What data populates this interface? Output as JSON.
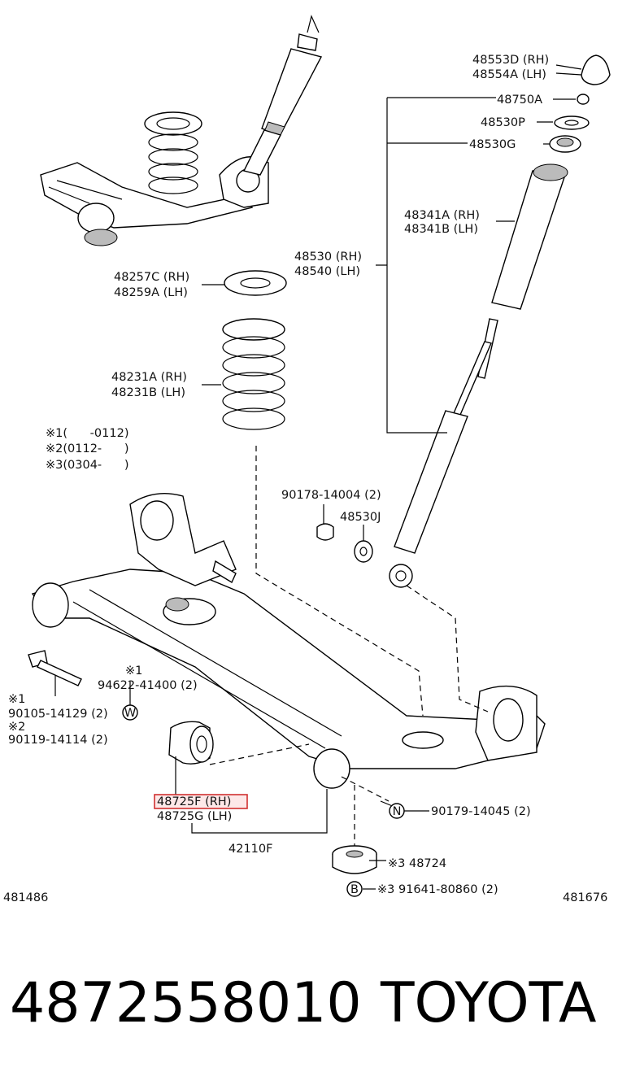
{
  "labels": {
    "l48553d": "48553D (RH)",
    "l48554a": "48554A (LH)",
    "l48750a": "48750A",
    "l48530p": "48530P",
    "l48530g": "48530G",
    "l48341a": "48341A (RH)",
    "l48341b": "48341B (LH)",
    "l48530": "48530 (RH)",
    "l48540": "48540 (LH)",
    "l48257c": "48257C (RH)",
    "l48259a": "48259A (LH)",
    "l48231a": "48231A (RH)",
    "l48231b": "48231B (LH)",
    "note1": "※1(      -0112)",
    "note2": "※2(0112-      )",
    "note3": "※3(0304-      )",
    "l90178": "90178-14004 (2)",
    "l48530j": "48530J",
    "l94622_mark": "※1",
    "l94622": "94622-41400 (2)",
    "l90105_mark": "※1",
    "l90105": "90105-14129 (2)",
    "l90119_mark": "※2",
    "l90119": "90119-14114 (2)",
    "l48725f": "48725F (RH)",
    "l48725g": "48725G (LH)",
    "l90179": "90179-14045 (2)",
    "l42110f": "42110F",
    "l48724": "※3 48724",
    "l91641": "※3 91641-80860 (2)",
    "code_left": "481486",
    "code_right": "481676",
    "callout_w": "W",
    "callout_n": "N",
    "callout_b": "B"
  },
  "footer": {
    "part_number": "4872558010",
    "brand": "TOYOTA"
  },
  "colors": {
    "highlight": "#d03030",
    "ink": "#000000"
  }
}
